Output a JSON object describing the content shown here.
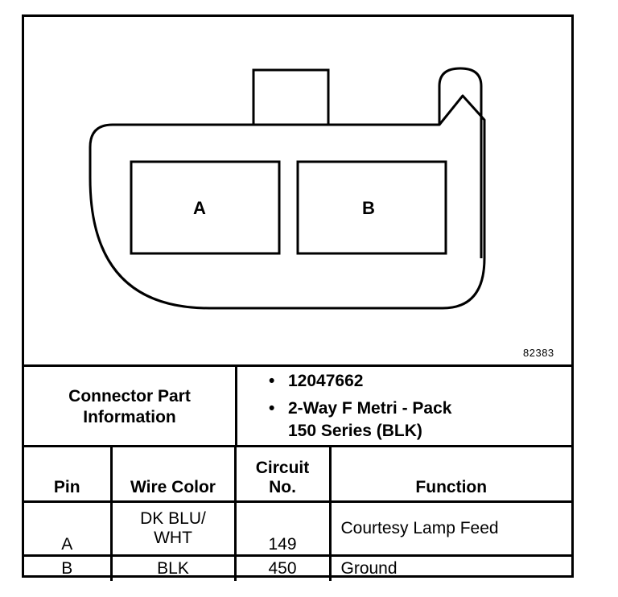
{
  "diagram": {
    "figure_id": "82383",
    "cavities": [
      {
        "label": "A"
      },
      {
        "label": "B"
      }
    ]
  },
  "connector_info": {
    "label_line1": "Connector Part",
    "label_line2": "Information",
    "items": [
      {
        "line1": "12047662",
        "line2": ""
      },
      {
        "line1": "2-Way F Metri - Pack",
        "line2": "150 Series (BLK)"
      }
    ],
    "bullet": "•"
  },
  "table": {
    "headers": {
      "pin": "Pin",
      "wire_color": "Wire Color",
      "circuit_line1": "Circuit",
      "circuit_line2": "No.",
      "function": "Function"
    },
    "rows": [
      {
        "pin": "A",
        "wire_line1": "DK BLU/",
        "wire_line2": "WHT",
        "circuit": "149",
        "function": "Courtesy Lamp Feed"
      },
      {
        "pin": "B",
        "wire_line1": "BLK",
        "wire_line2": "",
        "circuit": "450",
        "function": "Ground"
      }
    ]
  }
}
